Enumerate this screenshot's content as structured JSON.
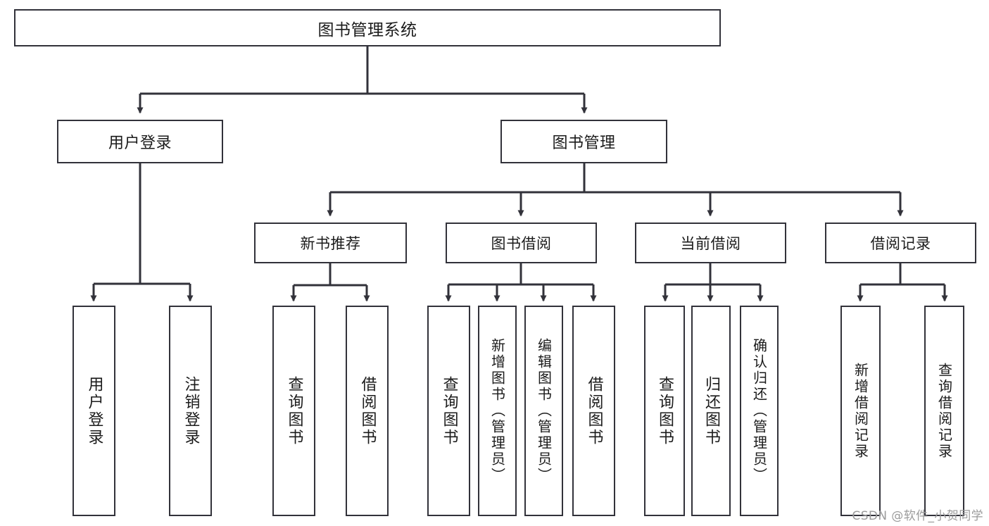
{
  "diagram": {
    "title": "图书管理系统",
    "type": "tree-hierarchy-functional-structure",
    "orientation": "top-down",
    "theme": {
      "background": "#ffffff",
      "node_border": "#32323a",
      "node_fill": "#ffffff",
      "edge_color": "#32323a",
      "text_color": "#1b1b1b",
      "watermark_color": "#9b9b9b"
    },
    "root": {
      "label": "图书管理系统"
    },
    "level2": [
      {
        "label": "用户登录"
      },
      {
        "label": "图书管理"
      }
    ],
    "level3": [
      {
        "label": "新书推荐"
      },
      {
        "label": "图书借阅"
      },
      {
        "label": "当前借阅"
      },
      {
        "label": "借阅记录"
      }
    ],
    "leaves": {
      "user_login": [
        {
          "label": "用户登录"
        },
        {
          "label": "注销登录"
        }
      ],
      "new_book_recommend": [
        {
          "label": "查询图书"
        },
        {
          "label": "借阅图书"
        }
      ],
      "book_borrow": [
        {
          "label": "查询图书"
        },
        {
          "label": "新增图书（管理员）"
        },
        {
          "label": "编辑图书（管理员）"
        },
        {
          "label": "借阅图书"
        }
      ],
      "current_borrow": [
        {
          "label": "查询图书"
        },
        {
          "label": "归还图书"
        },
        {
          "label": "确认归还（管理员）"
        }
      ],
      "borrow_record": [
        {
          "label": "新增借阅记录"
        },
        {
          "label": "查询借阅记录"
        }
      ]
    }
  },
  "watermark": {
    "text": "CSDN @软件_小贺同学"
  }
}
